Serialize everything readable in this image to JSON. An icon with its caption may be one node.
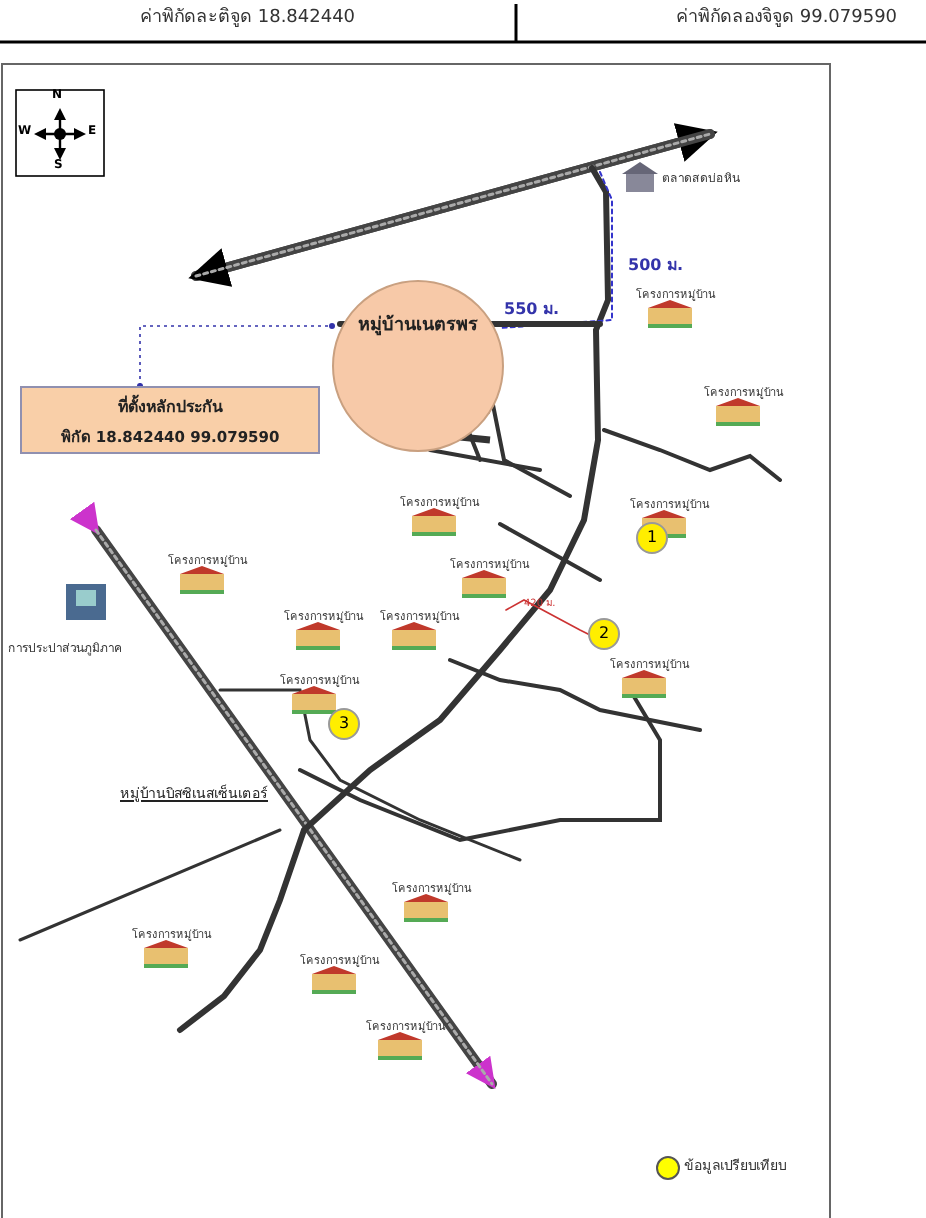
{
  "diagram": {
    "nodes": [
      {
        "text": [
          "หมู่บ้านเนตรพร"
        ]
      },
      {
        "text": [
          "ที่ตั้งหลักประกัน",
          "พิกัด  18.842440  99.079590"
        ]
      },
      {
        "text": [
          "1"
        ]
      },
      {
        "text": [
          "2"
        ]
      },
      {
        "text": [
          "3"
        ]
      }
    ],
    "edges": [
      {
        "from": 1,
        "to": 0,
        "arrow": "other",
        "style": "dashed"
      }
    ],
    "labels": [
      "ค่าพิกัดละติจูด 18.842440",
      "ค่าพิกัดลองจิจูด 99.079590",
      "N",
      "W",
      "E",
      "S",
      "ตลาดสดบ่อหิน",
      "500 ม.",
      "550 ม.",
      "โครงการหมู่บ้าน",
      "โครงการหมู่บ้าน",
      "โครงการหมู่บ้าน",
      "โครงการหมู่บ้าน",
      "โครงการหมู่บ้าน",
      "โครงการหมู่บ้าน",
      "โครงการหมู่บ้าน",
      "โครงการหมู่บ้าน",
      "โครงการหมู่บ้าน",
      "โครงการหมู่บ้าน",
      "โครงการหมู่บ้าน",
      "โครงการหมู่บ้าน",
      "โครงการหมู่บ้าน",
      "โครงการหมู่บ้าน",
      "420 ม.",
      "การประปาส่วนภูมิภาค",
      "หมู่บ้านบิสซิเนสเซ็นเตอร์"
    ],
    "legend": [
      {
        "text": "ข้อมูลเปรียบเทียบ",
        "color": "#ffff00"
      }
    ]
  }
}
